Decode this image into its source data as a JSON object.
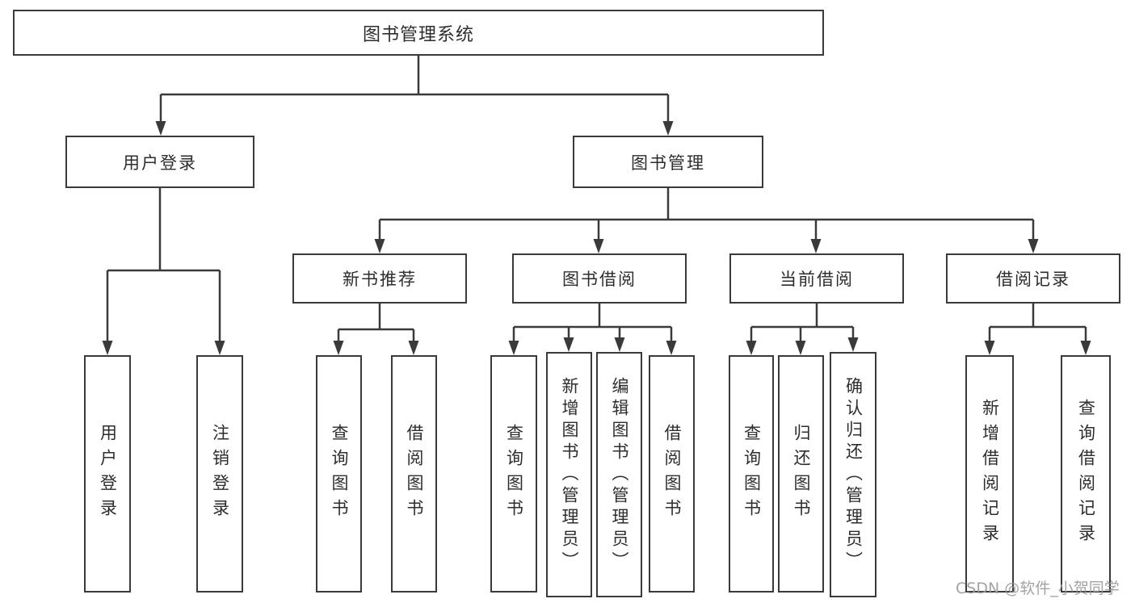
{
  "diagram_type": "functional-structure-tree",
  "tree": {
    "label": "图书管理系统",
    "children": [
      {
        "label": "用户登录",
        "children": [
          {
            "label": "用户登录"
          },
          {
            "label": "注销登录"
          }
        ]
      },
      {
        "label": "图书管理",
        "children": [
          {
            "label": "新书推荐",
            "children": [
              {
                "label": "查询图书"
              },
              {
                "label": "借阅图书"
              }
            ]
          },
          {
            "label": "图书借阅",
            "children": [
              {
                "label": "查询图书"
              },
              {
                "label": "新增图书（管理员）"
              },
              {
                "label": "编辑图书（管理员）"
              },
              {
                "label": "借阅图书"
              }
            ]
          },
          {
            "label": "当前借阅",
            "children": [
              {
                "label": "查询图书"
              },
              {
                "label": "归还图书"
              },
              {
                "label": "确认归还（管理员）"
              }
            ]
          },
          {
            "label": "借阅记录",
            "children": [
              {
                "label": "新增借阅记录"
              },
              {
                "label": "查询借阅记录"
              }
            ]
          }
        ]
      }
    ]
  },
  "watermark": {
    "text": "CSDN @软件_小贺同学"
  },
  "colors": {
    "line": "#3a3a3a",
    "box_border": "#3a3a3a",
    "text": "#2d2d2d",
    "watermark": "#9a9a9a",
    "background": "#ffffff"
  }
}
